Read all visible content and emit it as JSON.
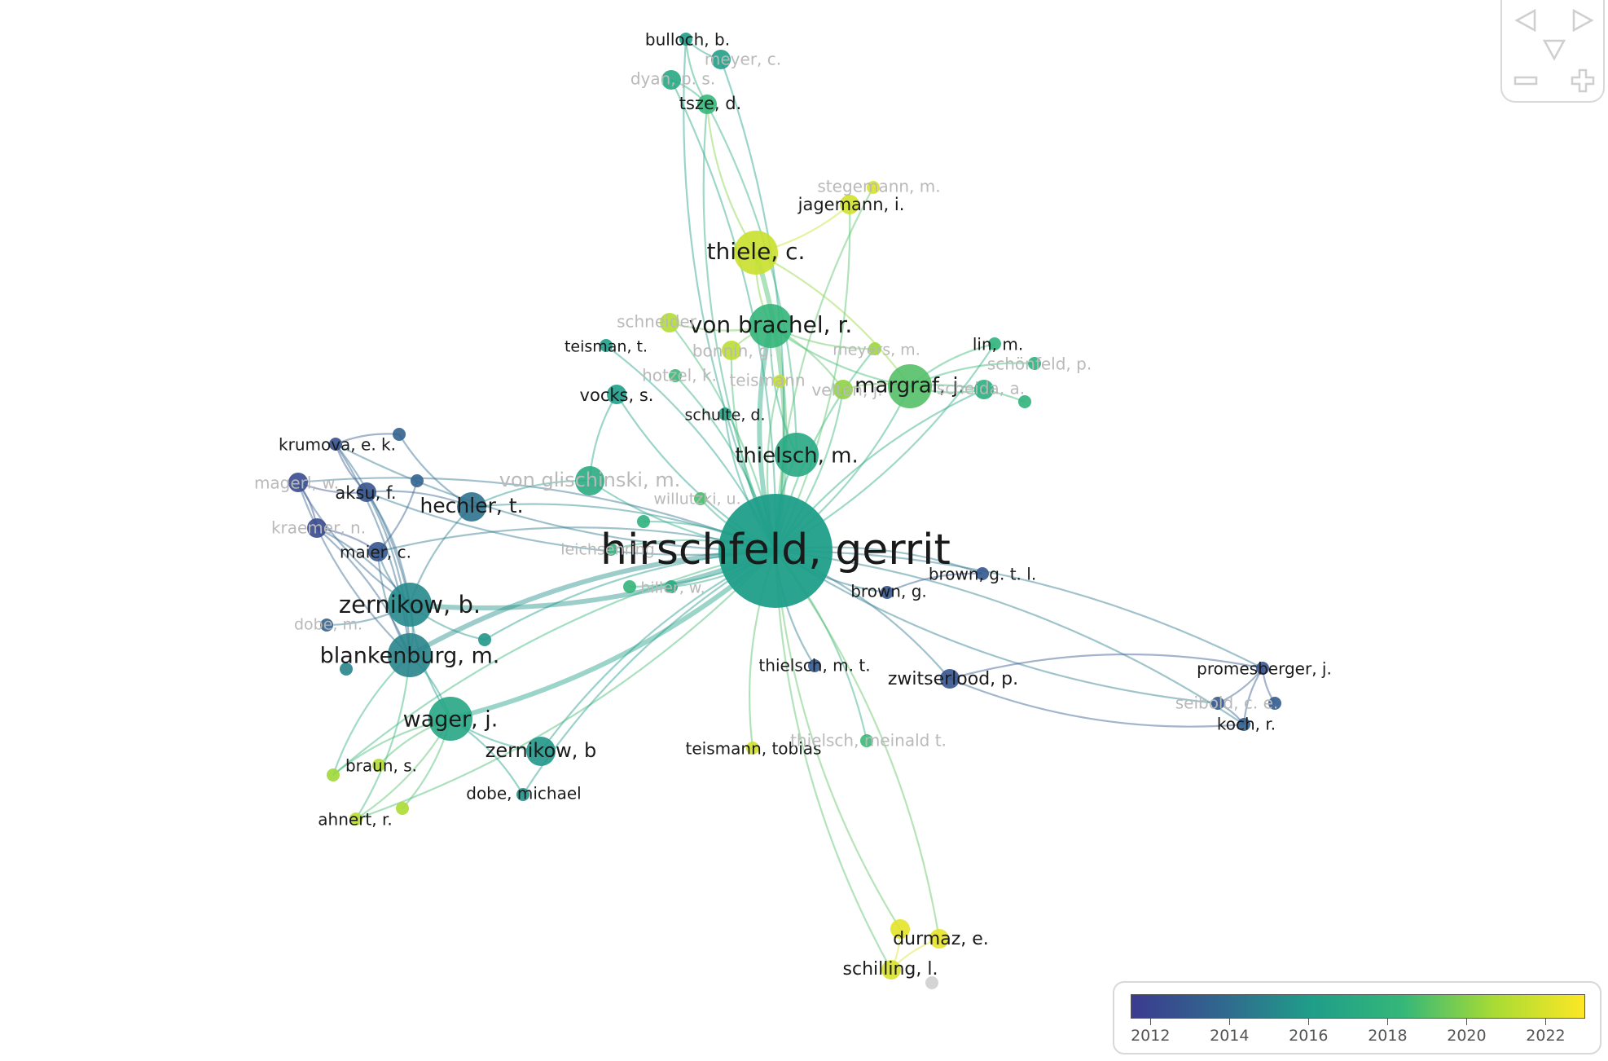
{
  "nodes": [
    {
      "id": "hirschfeld",
      "label": "hirschfeld, gerrit",
      "year": 2016.1,
      "size": "xl"
    },
    {
      "id": "zernikow",
      "label": "zernikow, b.",
      "year": 2015.2,
      "size": "l"
    },
    {
      "id": "blankenburg",
      "label": "blankenburg, m.",
      "year": 2015.0,
      "size": "l"
    },
    {
      "id": "wager",
      "label": "wager, j.",
      "year": 2016.8,
      "size": "l"
    },
    {
      "id": "thiele",
      "label": "thiele, c.",
      "year": 2021.6,
      "size": "l"
    },
    {
      "id": "vonbrachel",
      "label": "von brachel, r.",
      "year": 2018.2,
      "size": "l"
    },
    {
      "id": "margraf",
      "label": "margraf, j.",
      "year": 2019.0,
      "size": "l"
    },
    {
      "id": "thielsch",
      "label": "thielsch, m.",
      "year": 2017.0,
      "size": "l"
    },
    {
      "id": "hechler",
      "label": "hechler, t.",
      "year": 2014.2,
      "size": "m"
    },
    {
      "id": "vonglischinski",
      "label": "von glischinski, m.",
      "year": 2017.3,
      "size": "m",
      "faded": true
    },
    {
      "id": "zernikowb",
      "label": "zernikow, b",
      "year": 2015.8,
      "size": "m"
    },
    {
      "id": "vocks",
      "label": "vocks, s.",
      "year": 2016.0,
      "size": "s"
    },
    {
      "id": "teisman",
      "label": "teisman, t.",
      "year": 2016.2,
      "size": "xs"
    },
    {
      "id": "schulte",
      "label": "schulte, d.",
      "year": 2016.6,
      "size": "xs"
    },
    {
      "id": "schneider",
      "label": "schneider",
      "year": 2021.0,
      "size": "s",
      "faded": true
    },
    {
      "id": "bonnin",
      "label": "bonnin, g.",
      "year": 2021.2,
      "size": "s",
      "faded": true
    },
    {
      "id": "hotzel",
      "label": "hotzel, k.",
      "year": 2018.5,
      "size": "xs",
      "faded": true
    },
    {
      "id": "teismann2",
      "label": "teismann",
      "year": 2021.5,
      "size": "xs",
      "faded": true
    },
    {
      "id": "velten",
      "label": "velten, j.",
      "year": 2020.2,
      "size": "s",
      "faded": true
    },
    {
      "id": "meyers",
      "label": "meyers, m.",
      "year": 2020.5,
      "size": "xs",
      "faded": true
    },
    {
      "id": "lin",
      "label": "lin, m.",
      "year": 2018.0,
      "size": "xs"
    },
    {
      "id": "schoenfeld",
      "label": "schönfeld, p.",
      "year": 2017.8,
      "size": "xs",
      "faded": true
    },
    {
      "id": "scheida",
      "label": "scheida, a.",
      "year": 2017.5,
      "size": "s",
      "faded": true
    },
    {
      "id": "margraf3",
      "label": "",
      "year": 2017.9,
      "size": "xs"
    },
    {
      "id": "jagemann",
      "label": "jagemann, i.",
      "year": 2021.8,
      "size": "s"
    },
    {
      "id": "stegemann",
      "label": "stegemann, m.",
      "year": 2022.0,
      "size": "xs",
      "faded": true
    },
    {
      "id": "bulloch",
      "label": "bulloch, b.",
      "year": 2016.0,
      "size": "xs"
    },
    {
      "id": "meyer",
      "label": "meyer, c.",
      "year": 2016.2,
      "size": "s",
      "faded": true
    },
    {
      "id": "dyan",
      "label": "dyan, p. s.",
      "year": 2017.0,
      "size": "s",
      "faded": true
    },
    {
      "id": "tsze",
      "label": "tsze, d.",
      "year": 2018.4,
      "size": "s"
    },
    {
      "id": "krumova",
      "label": "krumova, e. k.",
      "year": 2012.6,
      "size": "xs"
    },
    {
      "id": "krumova2",
      "label": "",
      "year": 2013.5,
      "size": "xs"
    },
    {
      "id": "magerl",
      "label": "magerl, w.",
      "year": 2012.3,
      "size": "s",
      "faded": true
    },
    {
      "id": "aksu",
      "label": "aksu, f.",
      "year": 2012.8,
      "size": "s"
    },
    {
      "id": "aksu2",
      "label": "",
      "year": 2013.6,
      "size": "xs"
    },
    {
      "id": "kraemer",
      "label": "kraemer, n.",
      "year": 2012.2,
      "size": "s",
      "faded": true
    },
    {
      "id": "maier",
      "label": "maier, c.",
      "year": 2012.9,
      "size": "s"
    },
    {
      "id": "dobe",
      "label": "dobe, m.",
      "year": 2013.5,
      "size": "xs",
      "faded": true
    },
    {
      "id": "blank2",
      "label": "",
      "year": 2015.0,
      "size": "xs"
    },
    {
      "id": "zern2",
      "label": "",
      "year": 2015.8,
      "size": "xs"
    },
    {
      "id": "willutzki",
      "label": "willutzki, u.",
      "year": 2018.8,
      "size": "xs",
      "faded": true
    },
    {
      "id": "leichsenring",
      "label": "leichsenring",
      "year": 2018.0,
      "size": "xs",
      "faded": true
    },
    {
      "id": "hiller",
      "label": "hiller, w.",
      "year": 2017.2,
      "size": "xs",
      "faded": true
    },
    {
      "id": "hs1",
      "label": "",
      "year": 2017.8,
      "size": "xs"
    },
    {
      "id": "hs2",
      "label": "",
      "year": 2018.2,
      "size": "xs"
    },
    {
      "id": "brown",
      "label": "brown, g.",
      "year": 2012.9,
      "size": "xs"
    },
    {
      "id": "browngtl",
      "label": "brown, g. t. l.",
      "year": 2012.9,
      "size": "xs"
    },
    {
      "id": "thielschmt",
      "label": "thielsch, m. t.",
      "year": 2013.0,
      "size": "xs"
    },
    {
      "id": "zwitserlood",
      "label": "zwitserlood, p.",
      "year": 2012.8,
      "size": "s"
    },
    {
      "id": "teismanntobias",
      "label": "teismann, tobias",
      "year": 2021.8,
      "size": "xs"
    },
    {
      "id": "thielschmeinald",
      "label": "thielsch, meinald t.",
      "year": 2018.5,
      "size": "xs",
      "faded": true
    },
    {
      "id": "braun",
      "label": "braun, s.",
      "year": 2020.5,
      "size": "xs"
    },
    {
      "id": "braun2",
      "label": "",
      "year": 2021.0,
      "size": "xs"
    },
    {
      "id": "ahnert",
      "label": "ahnert, r.",
      "year": 2021.2,
      "size": "xs"
    },
    {
      "id": "ahnert2",
      "label": "",
      "year": 2020.8,
      "size": "xs"
    },
    {
      "id": "dobemichael",
      "label": "dobe, michael",
      "year": 2015.6,
      "size": "xs"
    },
    {
      "id": "promesberger",
      "label": "promesberger, j.",
      "year": 2012.8,
      "size": "xs"
    },
    {
      "id": "seibold",
      "label": "seibold, c. e.",
      "year": 2013.0,
      "size": "xs",
      "faded": true
    },
    {
      "id": "seibold2",
      "label": "",
      "year": 2013.2,
      "size": "xs"
    },
    {
      "id": "koch",
      "label": "koch, r.",
      "year": 2013.4,
      "size": "xs"
    },
    {
      "id": "durmaz",
      "label": "durmaz, e.",
      "year": 2022.3,
      "size": "s"
    },
    {
      "id": "durmaz2",
      "label": "",
      "year": 2022.4,
      "size": "s"
    },
    {
      "id": "schilling",
      "label": "schilling, l.",
      "year": 2022.0,
      "size": "s"
    },
    {
      "id": "grey",
      "label": "",
      "year": null,
      "size": "xs"
    }
  ],
  "links": [
    [
      "hirschfeld",
      "zernikow"
    ],
    [
      "hirschfeld",
      "blankenburg"
    ],
    [
      "hirschfeld",
      "wager"
    ],
    [
      "hirschfeld",
      "thiele"
    ],
    [
      "hirschfeld",
      "vonbrachel"
    ],
    [
      "hirschfeld",
      "margraf"
    ],
    [
      "hirschfeld",
      "thielsch"
    ],
    [
      "hirschfeld",
      "hechler"
    ],
    [
      "hirschfeld",
      "vonglischinski"
    ],
    [
      "hirschfeld",
      "zernikowb"
    ],
    [
      "hirschfeld",
      "vocks"
    ],
    [
      "hirschfeld",
      "teisman"
    ],
    [
      "hirschfeld",
      "schulte"
    ],
    [
      "hirschfeld",
      "schneider"
    ],
    [
      "hirschfeld",
      "bonnin"
    ],
    [
      "hirschfeld",
      "hotzel"
    ],
    [
      "hirschfeld",
      "teismann2"
    ],
    [
      "hirschfeld",
      "velten"
    ],
    [
      "hirschfeld",
      "meyers"
    ],
    [
      "hirschfeld",
      "lin"
    ],
    [
      "hirschfeld",
      "scheida"
    ],
    [
      "hirschfeld",
      "jagemann"
    ],
    [
      "hirschfeld",
      "tsze"
    ],
    [
      "hirschfeld",
      "dyan"
    ],
    [
      "hirschfeld",
      "bulloch"
    ],
    [
      "hirschfeld",
      "meyer"
    ],
    [
      "hirschfeld",
      "aksu"
    ],
    [
      "hirschfeld",
      "maier"
    ],
    [
      "hirschfeld",
      "krumova"
    ],
    [
      "hirschfeld",
      "magerl"
    ],
    [
      "hirschfeld",
      "willutzki"
    ],
    [
      "hirschfeld",
      "leichsenring"
    ],
    [
      "hirschfeld",
      "hiller"
    ],
    [
      "hirschfeld",
      "hs1"
    ],
    [
      "hirschfeld",
      "hs2"
    ],
    [
      "hirschfeld",
      "brown"
    ],
    [
      "hirschfeld",
      "browngtl"
    ],
    [
      "hirschfeld",
      "thielschmt"
    ],
    [
      "hirschfeld",
      "zwitserlood"
    ],
    [
      "hirschfeld",
      "teismanntobias"
    ],
    [
      "hirschfeld",
      "thielschmeinald"
    ],
    [
      "hirschfeld",
      "braun"
    ],
    [
      "hirschfeld",
      "ahnert"
    ],
    [
      "hirschfeld",
      "dobemichael"
    ],
    [
      "hirschfeld",
      "promesberger"
    ],
    [
      "hirschfeld",
      "seibold"
    ],
    [
      "hirschfeld",
      "koch"
    ],
    [
      "hirschfeld",
      "durmaz"
    ],
    [
      "hirschfeld",
      "durmaz2"
    ],
    [
      "hirschfeld",
      "schilling"
    ],
    [
      "hirschfeld",
      "stegemann"
    ],
    [
      "hirschfeld",
      "zern2"
    ],
    [
      "zernikow",
      "blankenburg"
    ],
    [
      "zernikow",
      "wager"
    ],
    [
      "zernikow",
      "hechler"
    ],
    [
      "zernikow",
      "aksu"
    ],
    [
      "zernikow",
      "maier"
    ],
    [
      "zernikow",
      "krumova"
    ],
    [
      "zernikow",
      "magerl"
    ],
    [
      "zernikow",
      "kraemer"
    ],
    [
      "zernikow",
      "dobe"
    ],
    [
      "blankenburg",
      "aksu"
    ],
    [
      "blankenburg",
      "maier"
    ],
    [
      "blankenburg",
      "krumova"
    ],
    [
      "blankenburg",
      "magerl"
    ],
    [
      "blankenburg",
      "kraemer"
    ],
    [
      "blankenburg",
      "wager"
    ],
    [
      "blankenburg",
      "braun"
    ],
    [
      "blankenburg",
      "ahnert"
    ],
    [
      "wager",
      "braun"
    ],
    [
      "wager",
      "ahnert"
    ],
    [
      "wager",
      "zernikowb"
    ],
    [
      "wager",
      "dobemichael"
    ],
    [
      "wager",
      "braun2"
    ],
    [
      "wager",
      "ahnert2"
    ],
    [
      "hechler",
      "aksu"
    ],
    [
      "hechler",
      "krumova2"
    ],
    [
      "krumova",
      "aksu"
    ],
    [
      "krumova",
      "krumova2"
    ],
    [
      "magerl",
      "aksu"
    ],
    [
      "kraemer",
      "maier"
    ],
    [
      "maier",
      "aksu2"
    ],
    [
      "magerl",
      "kraemer"
    ],
    [
      "thiele",
      "vonbrachel"
    ],
    [
      "thiele",
      "margraf"
    ],
    [
      "thiele",
      "jagemann"
    ],
    [
      "thiele",
      "tsze"
    ],
    [
      "vonbrachel",
      "margraf"
    ],
    [
      "vonbrachel",
      "velten"
    ],
    [
      "vonbrachel",
      "meyers"
    ],
    [
      "vonbrachel",
      "schneider"
    ],
    [
      "vonbrachel",
      "bonnin"
    ],
    [
      "margraf",
      "lin"
    ],
    [
      "margraf",
      "scheida"
    ],
    [
      "margraf",
      "margraf3"
    ],
    [
      "margraf",
      "velten"
    ],
    [
      "margraf",
      "schoenfeld"
    ],
    [
      "thielsch",
      "tsze"
    ],
    [
      "thielsch",
      "vonbrachel"
    ],
    [
      "tsze",
      "dyan"
    ],
    [
      "tsze",
      "bulloch"
    ],
    [
      "bulloch",
      "meyer"
    ],
    [
      "durmaz",
      "schilling"
    ],
    [
      "durmaz2",
      "schilling"
    ],
    [
      "promesberger",
      "seibold"
    ],
    [
      "promesberger",
      "koch"
    ],
    [
      "seibold",
      "koch"
    ],
    [
      "promesberger",
      "seibold2"
    ],
    [
      "zwitserlood",
      "promesberger"
    ],
    [
      "zwitserlood",
      "koch"
    ],
    [
      "brown",
      "browngtl"
    ],
    [
      "vocks",
      "vonglischinski"
    ],
    [
      "hechler",
      "vonglischinski"
    ],
    [
      "zernikow",
      "zern2"
    ]
  ],
  "legend": {
    "ticks": [
      {
        "label": "2012",
        "year": 2012
      },
      {
        "label": "2014",
        "year": 2014
      },
      {
        "label": "2016",
        "year": 2016
      },
      {
        "label": "2018",
        "year": 2018
      },
      {
        "label": "2020",
        "year": 2020
      },
      {
        "label": "2022",
        "year": 2022
      }
    ],
    "range": [
      2011.5,
      2023.0
    ],
    "colors": [
      "#3b3b8f",
      "#31688e",
      "#1f9e89",
      "#35b779",
      "#a8db34",
      "#fde725"
    ]
  },
  "nav": {
    "icons": [
      "triangle-left-icon",
      "triangle-right-icon",
      "triangle-down-icon",
      "minus-icon",
      "plus-icon"
    ]
  }
}
